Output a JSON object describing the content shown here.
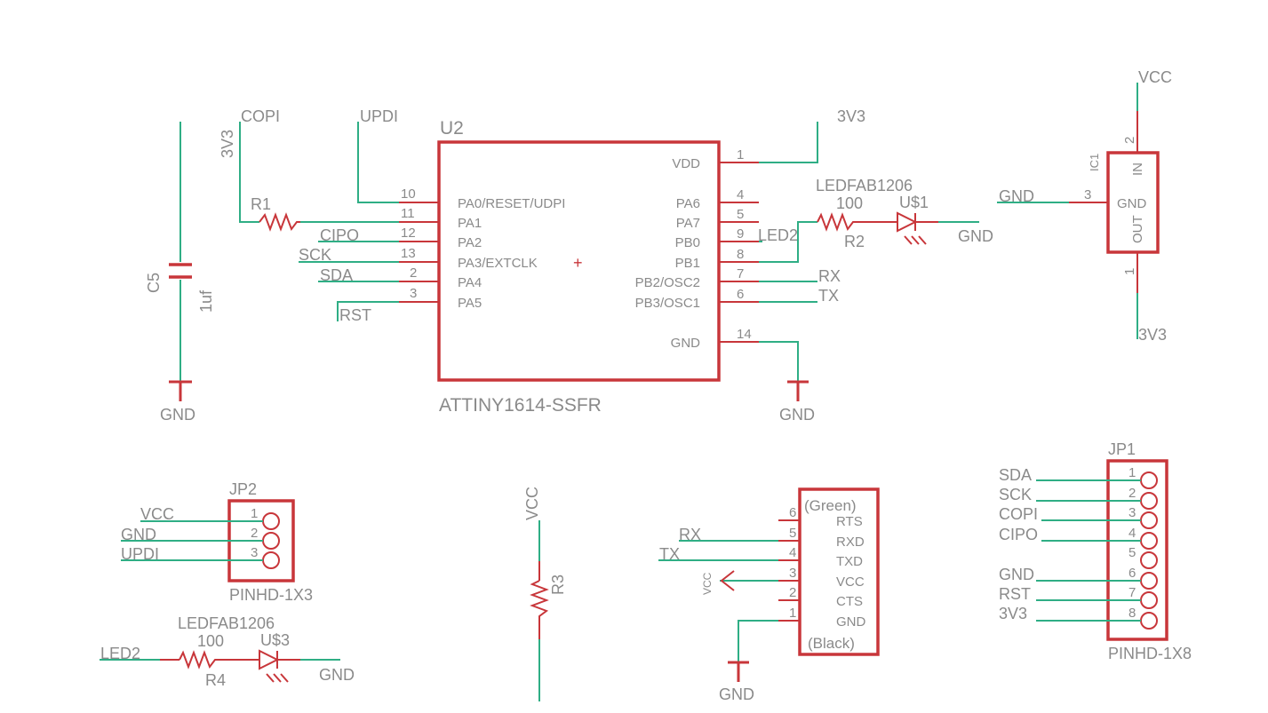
{
  "u2": {
    "name": "U2",
    "value": "ATTINY1614-SSFR",
    "left_pins": [
      {
        "num": "10",
        "name": "PA0/RESET/UDPI"
      },
      {
        "num": "11",
        "name": "PA1"
      },
      {
        "num": "12",
        "name": "PA2"
      },
      {
        "num": "13",
        "name": "PA3/EXTCLK"
      },
      {
        "num": "2",
        "name": "PA4"
      },
      {
        "num": "3",
        "name": "PA5"
      }
    ],
    "right_pins": [
      {
        "num": "1",
        "name": "VDD"
      },
      {
        "num": "4",
        "name": "PA6"
      },
      {
        "num": "5",
        "name": "PA7"
      },
      {
        "num": "9",
        "name": "PB0"
      },
      {
        "num": "8",
        "name": "PB1"
      },
      {
        "num": "7",
        "name": "PB2/OSC2"
      },
      {
        "num": "6",
        "name": "PB3/OSC1"
      },
      {
        "num": "14",
        "name": "GND"
      }
    ]
  },
  "nets": {
    "copi": "COPI",
    "updi": "UPDI",
    "cipo": "CIPO",
    "sck": "SCK",
    "sda": "SDA",
    "rst": "RST",
    "v3v3": "3V3",
    "vcc": "VCC",
    "gnd": "GND",
    "rx": "RX",
    "tx": "TX",
    "led2": "LED2"
  },
  "r1": {
    "name": "R1"
  },
  "c5": {
    "name": "C5",
    "value": "1uf"
  },
  "led1": {
    "part": "LEDFAB1206",
    "name": "U$1"
  },
  "r2": {
    "name": "R2",
    "value": "100"
  },
  "ic1": {
    "name": "IC1",
    "in": "IN",
    "gnd": "GND",
    "out": "OUT",
    "pin_in": "2",
    "pin_gnd": "3",
    "pin_out": "1"
  },
  "jp2": {
    "name": "JP2",
    "value": "PINHD-1X3",
    "pins": [
      "1",
      "2",
      "3"
    ]
  },
  "led3": {
    "part": "LEDFAB1206",
    "name": "U$3"
  },
  "r4": {
    "name": "R4",
    "value": "100"
  },
  "r3": {
    "name": "R3"
  },
  "ftdi": {
    "top": "(Green)",
    "bottom": "(Black)",
    "pins": [
      {
        "num": "6",
        "name": "RTS"
      },
      {
        "num": "5",
        "name": "RXD"
      },
      {
        "num": "4",
        "name": "TXD"
      },
      {
        "num": "3",
        "name": "VCC"
      },
      {
        "num": "2",
        "name": "CTS"
      },
      {
        "num": "1",
        "name": "GND"
      }
    ]
  },
  "jp1": {
    "name": "JP1",
    "value": "PINHD-1X8",
    "pins": [
      "1",
      "2",
      "3",
      "4",
      "5",
      "6",
      "7",
      "8"
    ]
  },
  "colors": {
    "wire": "#2fae85",
    "part": "#c8363a",
    "label": "#8a8a8a"
  }
}
